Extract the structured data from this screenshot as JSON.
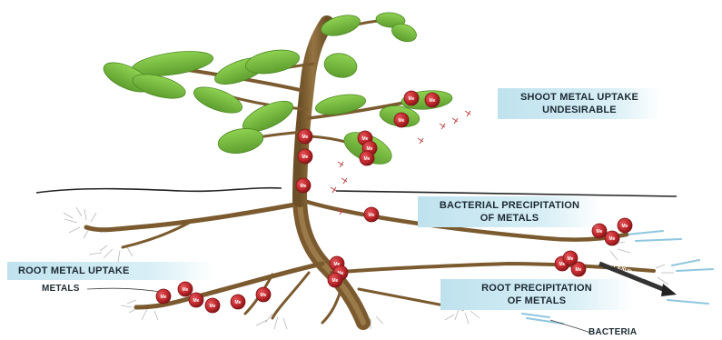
{
  "labels": {
    "shoot_uptake_line1": "SHOOT METAL UPTAKE",
    "shoot_uptake_line2": "UNDESIRABLE",
    "bacterial_precip_line1": "BACTERIAL PRECIPITATION",
    "bacterial_precip_line2": "OF METALS",
    "root_uptake": "ROOT METAL UPTAKE",
    "metals": "METALS",
    "root_precip_line1": "ROOT PRECIPITATION",
    "root_precip_line2": "OF METALS",
    "bacteria": "BACTERIA",
    "root_exudates": "ROOT EXUDATES"
  },
  "metal_symbol": "Me",
  "colors": {
    "leaf": "#7cc243",
    "leaf_dark": "#5e9e30",
    "stem": "#8a6a3a",
    "stem_dark": "#6b4f26",
    "metal": "#c0282c",
    "metal_dark": "#7e1518",
    "label_bg": "#cfe9f3",
    "soil_line": "#222222"
  }
}
